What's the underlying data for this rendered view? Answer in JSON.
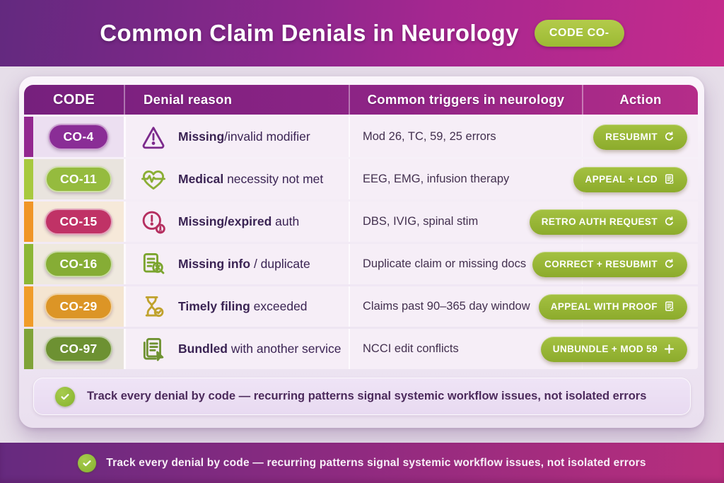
{
  "header": {
    "title": "Common Claim Denials in Neurology",
    "badge": "CODE CO-"
  },
  "table": {
    "columns": [
      "CODE",
      "Denial reason",
      "Common triggers in neurology",
      "Action"
    ],
    "rows": [
      {
        "code": "CO-4",
        "reason_lead": "Missing",
        "reason_rest": "/invalid modifier",
        "trigger": "Mod 26, TC, 59, 25 errors",
        "action": "RESUBMIT",
        "accent_color": "#93278f",
        "pill_color": "#8a2d96",
        "code_bg": "#ecdff1",
        "icon_color": "#7c2a8c"
      },
      {
        "code": "CO-11",
        "reason_lead": "Medical",
        "reason_rest": " necessity not met",
        "trigger": "EEG, EMG, infusion therapy",
        "action": "APPEAL + LCD",
        "accent_color": "#a7c93e",
        "pill_color": "#95bb3e",
        "code_bg": "#e9e4de",
        "icon_color": "#8bae35"
      },
      {
        "code": "CO-15",
        "reason_lead": "Missing/expired",
        "reason_rest": " auth",
        "trigger": "DBS, IVIG, spinal stim",
        "action": "RETRO AUTH REQUEST",
        "accent_color": "#f09527",
        "pill_color": "#c03266",
        "code_bg": "#f6e9d9",
        "icon_color": "#b52f60"
      },
      {
        "code": "CO-16",
        "reason_lead": "Missing info",
        "reason_rest": " / duplicate",
        "trigger": "Duplicate claim or missing docs",
        "action": "CORRECT + RESUBMIT",
        "accent_color": "#8cb636",
        "pill_color": "#86ad35",
        "code_bg": "#efe9df",
        "icon_color": "#7ba42e"
      },
      {
        "code": "CO-29",
        "reason_lead": "Timely filing",
        "reason_rest": " exceeded",
        "trigger": "Claims past 90–365 day window",
        "action": "APPEAL WITH PROOF",
        "accent_color": "#f09c2a",
        "pill_color": "#dc9526",
        "code_bg": "#f4e5d1",
        "icon_color": "#c0a22d"
      },
      {
        "code": "CO-97",
        "reason_lead": "Bundled",
        "reason_rest": " with another service",
        "trigger": "NCCI edit conflicts",
        "action": "UNBUNDLE + MOD 59",
        "accent_color": "#7fa338",
        "pill_color": "#6d9132",
        "code_bg": "#e7e3dc",
        "icon_color": "#6f9232"
      }
    ]
  },
  "note": {
    "text": "Track every denial by code — recurring patterns signal systemic workflow issues, not isolated errors"
  },
  "footer": {
    "text": "Track every denial by code — recurring patterns signal systemic workflow issues, not isolated errors"
  },
  "colors": {
    "banner_gradient_start": "#63297f",
    "banner_gradient_end": "#c62b8c",
    "table_header_gradient_start": "#76207d",
    "table_header_gradient_end": "#b52d89",
    "action_button_green": "#8cab2c",
    "check_green": "#85b32c",
    "badge_green": "#9cba33"
  }
}
